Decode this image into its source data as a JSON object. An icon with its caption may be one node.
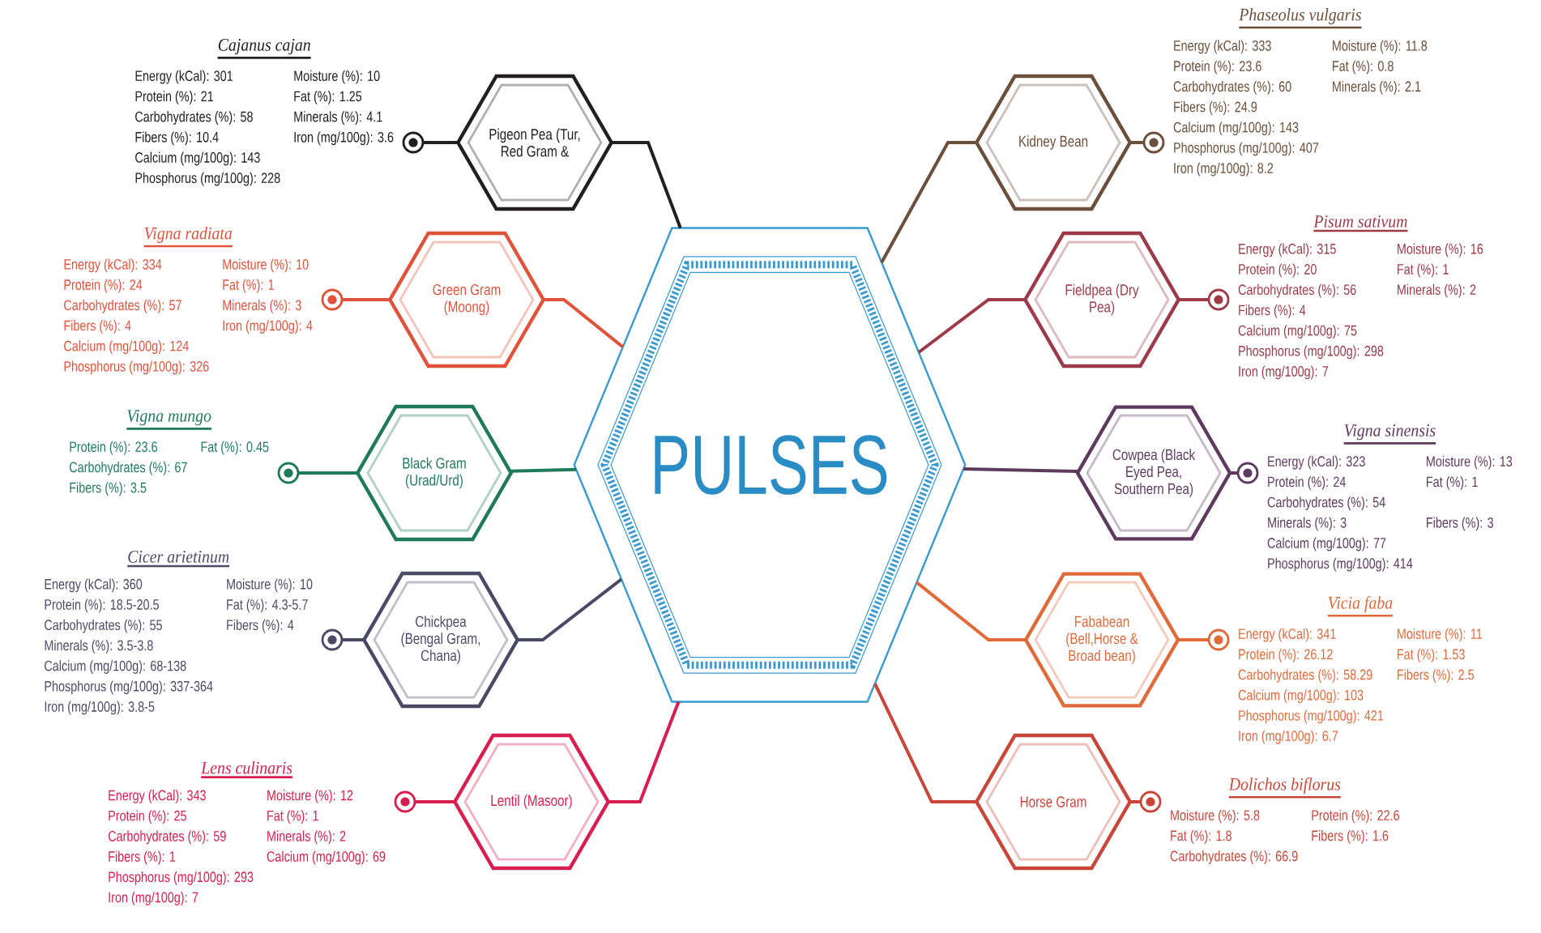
{
  "diagram": {
    "nodes": [
      {
        "text": [
          "PULSES"
        ]
      },
      {
        "text": [
          "Pigeon Pea (Tur, Red Gram &"
        ]
      },
      {
        "text": [
          "Green Gram (Moong)"
        ]
      },
      {
        "text": [
          "Black Gram (Urad/Urd)"
        ]
      },
      {
        "text": [
          "Chickpea (Bengal Gram, Chana)"
        ]
      },
      {
        "text": [
          "Lentil (Masoor)"
        ]
      },
      {
        "text": [
          "Kidney Bean"
        ]
      },
      {
        "text": [
          "Fieldpea (Dry Pea)"
        ]
      },
      {
        "text": [
          "Cowpea (Black Eyed Pea, Southern Pea)"
        ]
      },
      {
        "text": [
          "Fababean (Bell,Horse & Broad bean)"
        ]
      },
      {
        "text": [
          "Horse Gram"
        ]
      },
      {
        "text": [],
        "shape": "circle",
        "beside": [
          "Cajanus cajan",
          "Energy (kCal): 301",
          "Moisture (%): 10",
          "Protein (%): 21",
          "Fat (%): 1.25",
          "Carbohydrates (%): 58",
          "Minerals (%): 4.1",
          "Fibers (%): 10.4",
          "Iron (mg/100g): 3.6",
          "Calcium (mg/100g): 143",
          "Phosphorus (mg/100g): 228"
        ]
      },
      {
        "text": [],
        "shape": "circle",
        "beside": [
          "Vigna radiata",
          "Energy (kCal): 334",
          "Moisture (%): 10",
          "Protein (%): 24",
          "Fat (%): 1",
          "Carbohydrates (%): 57",
          "Minerals (%): 3",
          "Fibers (%): 4",
          "Iron (mg/100g): 4",
          "Calcium (mg/100g): 124",
          "Phosphorus (mg/100g): 326"
        ]
      },
      {
        "text": [],
        "shape": "circle",
        "beside": [
          "Vigna mungo",
          "Protein (%): 23.6",
          "Fat (%): 0.45",
          "Carbohydrates (%): 67",
          "Fibers (%): 3.5"
        ]
      },
      {
        "text": [],
        "shape": "circle",
        "beside": [
          "Cicer arietinum",
          "Energy (kCal): 360",
          "Moisture (%): 10",
          "Protein (%): 18.5-20.5",
          "Fat (%): 4.3-5.7",
          "Carbohydrates (%): 55",
          "Fibers (%): 4",
          "Minerals (%): 3.5-3.8",
          "Calcium (mg/100g): 68-138",
          "Phosphorus (mg/100g): 337-364",
          "Iron (mg/100g): 3.8-5"
        ]
      },
      {
        "text": [],
        "shape": "circle",
        "beside": [
          "Lens culinaris",
          "Energy (kCal): 343",
          "Moisture (%): 12",
          "Protein (%): 25",
          "Fat (%): 1",
          "Carbohydrates (%): 59",
          "Minerals (%): 2",
          "Fibers (%): 1",
          "Calcium (mg/100g): 69",
          "Phosphorus (mg/100g): 293",
          "Iron (mg/100g): 7"
        ]
      },
      {
        "text": [],
        "shape": "circle",
        "beside": [
          "Phaseolus vulgaris",
          "Energy (kCal): 333",
          "Moisture (%): 11.8",
          "Protein (%): 23.6",
          "Fat (%): 0.8",
          "Carbohydrates (%): 60",
          "Minerals (%): 2.1",
          "Fibers (%): 24.9",
          "Calcium (mg/100g): 143",
          "Phosphorus (mg/100g): 407",
          "Iron (mg/100g): 8.2"
        ]
      },
      {
        "text": [],
        "shape": "circle",
        "beside": [
          "Pisum sativum",
          "Energy (kCal): 315",
          "Moisture (%): 16",
          "Protein (%): 20",
          "Fat (%): 1",
          "Carbohydrates (%): 56",
          "Minerals (%): 2",
          "Fibers (%): 4",
          "Calcium (mg/100g): 75",
          "Phosphorus (mg/100g): 298",
          "Iron (mg/100g): 7"
        ]
      },
      {
        "text": [],
        "shape": "circle",
        "beside": [
          "Vigna sinensis",
          "Energy (kCal): 323",
          "Moisture (%): 13",
          "Protein (%): 24",
          "Fat (%): 1",
          "Carbohydrates (%): 54",
          "Minerals (%): 3",
          "Fibers (%): 3",
          "Calcium (mg/100g): 77",
          "Phosphorus (mg/100g): 414"
        ]
      },
      {
        "text": [],
        "shape": "circle",
        "beside": [
          "Vicia faba",
          "Energy (kCal): 341",
          "Moisture (%): 11",
          "Protein (%): 26.12",
          "Fat (%): 1.53",
          "Carbohydrates (%): 58.29",
          "Fibers (%): 2.5",
          "Calcium (mg/100g): 103",
          "Phosphorus (mg/100g): 421",
          "Iron (mg/100g): 6.7"
        ]
      },
      {
        "text": [],
        "shape": "circle",
        "beside": [
          "Dolichos biflorus",
          "Moisture (%): 5.8",
          "Protein (%): 22.6",
          "Fat (%): 1.8",
          "Fibers (%): 1.6",
          "Carbohydrates (%): 66.9"
        ]
      }
    ],
    "edges": [
      {
        "from": 0,
        "to": 1,
        "arrow": "none",
        "color": "#231f20"
      },
      {
        "from": 0,
        "to": 2,
        "arrow": "none",
        "color": "#e0533a"
      },
      {
        "from": 0,
        "to": 3,
        "arrow": "none",
        "color": "#1f7a5c"
      },
      {
        "from": 0,
        "to": 4,
        "arrow": "none",
        "color": "#4a4a66"
      },
      {
        "from": 0,
        "to": 5,
        "arrow": "none",
        "color": "#d81e4f"
      },
      {
        "from": 0,
        "to": 6,
        "arrow": "none",
        "color": "#6b4f3a"
      },
      {
        "from": 0,
        "to": 7,
        "arrow": "none",
        "color": "#9c3a4a"
      },
      {
        "from": 0,
        "to": 8,
        "arrow": "none",
        "color": "#5e3b5e"
      },
      {
        "from": 0,
        "to": 9,
        "arrow": "none",
        "color": "#e06a3a"
      },
      {
        "from": 0,
        "to": 10,
        "arrow": "none",
        "color": "#c8473a"
      },
      {
        "from": 1,
        "to": 11,
        "arrow": "none",
        "color": "#231f20"
      },
      {
        "from": 2,
        "to": 12,
        "arrow": "none",
        "color": "#e0533a"
      },
      {
        "from": 3,
        "to": 13,
        "arrow": "none",
        "color": "#1f7a5c"
      },
      {
        "from": 4,
        "to": 14,
        "arrow": "none",
        "color": "#4a4a66"
      },
      {
        "from": 5,
        "to": 15,
        "arrow": "none",
        "color": "#d81e4f"
      },
      {
        "from": 6,
        "to": 16,
        "arrow": "none",
        "color": "#6b4f3a"
      },
      {
        "from": 7,
        "to": 17,
        "arrow": "none",
        "color": "#9c3a4a"
      },
      {
        "from": 8,
        "to": 18,
        "arrow": "none",
        "color": "#5e3b5e"
      },
      {
        "from": 9,
        "to": 19,
        "arrow": "none",
        "color": "#e06a3a"
      },
      {
        "from": 10,
        "to": 20,
        "arrow": "none",
        "color": "#c8473a"
      }
    ]
  }
}
